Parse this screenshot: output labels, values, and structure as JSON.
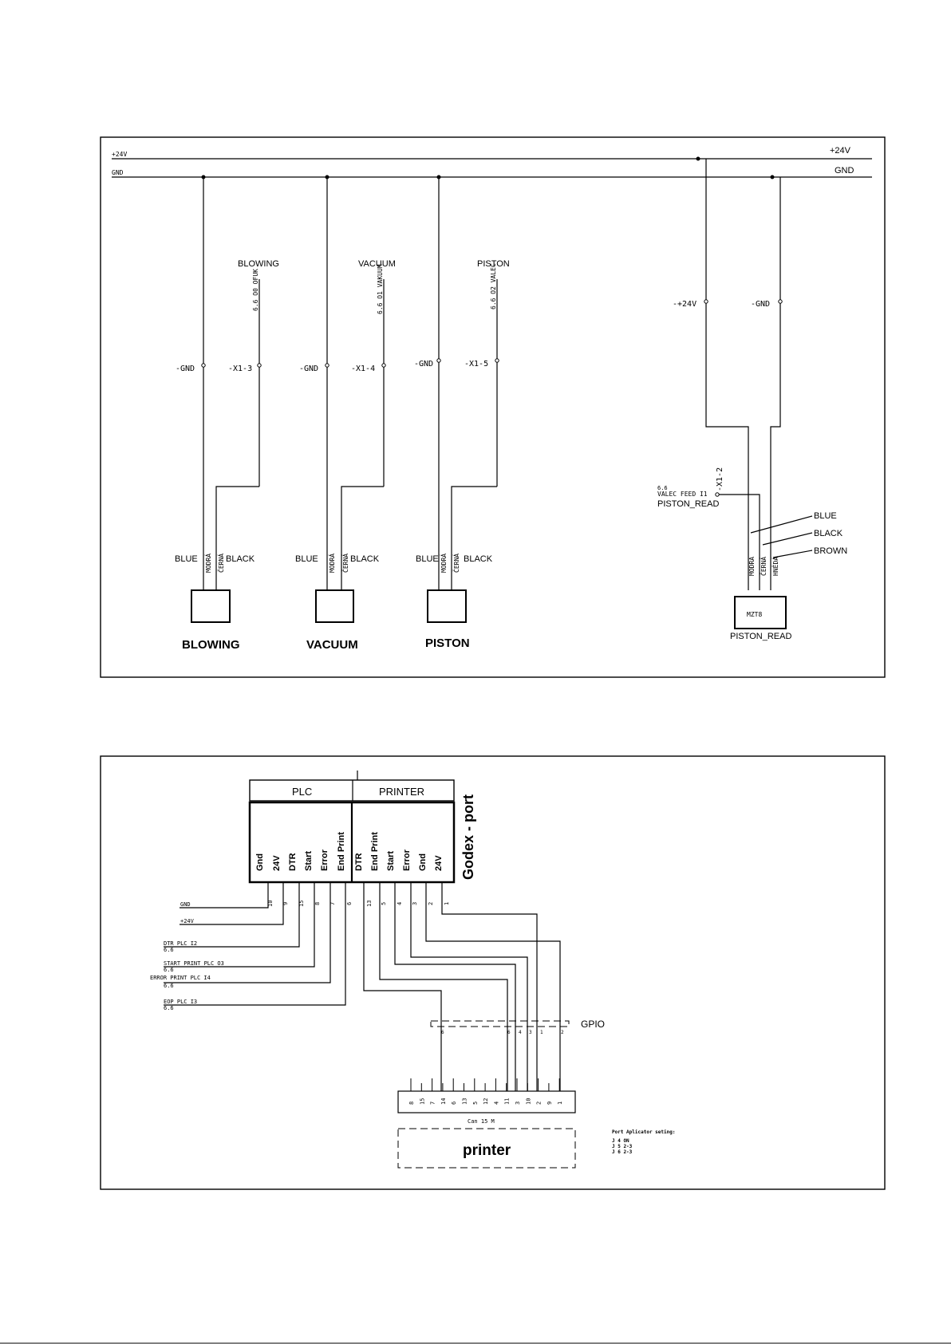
{
  "diagram1": {
    "rails": {
      "plus24_left": "+24V",
      "gnd_left": "GND",
      "plus24_right": "+24V",
      "gnd_right": "GND"
    },
    "outputs": [
      {
        "signal": "BLOWING",
        "plc_ref": "6.6 O0 OFUK",
        "gnd_term": "-GND",
        "x_term": "-X1-3",
        "wire_blue": "BLUE",
        "wire_modra": "MODRÁ",
        "wire_cerna": "ČERNÁ",
        "wire_black": "BLACK",
        "device": "BLOWING"
      },
      {
        "signal": "VACUUM",
        "plc_ref": "6.6 O1 VAKUUM",
        "gnd_term": "-GND",
        "x_term": "-X1-4",
        "wire_blue": "BLUE",
        "wire_modra": "MODRÁ",
        "wire_cerna": "ČERNÁ",
        "wire_black": "BLACK",
        "device": "VACUUM"
      },
      {
        "signal": "PISTON",
        "plc_ref": "6.6 O2 VALEC",
        "gnd_term": "-GND",
        "x_term": "-X1-5",
        "wire_blue": "BLUE",
        "wire_modra": "MODRÁ",
        "wire_cerna": "ČERNÁ",
        "wire_black": "BLACK",
        "device": "PISTON"
      }
    ],
    "sensor": {
      "plus24_term": "-+24V",
      "gnd_term": "-GND",
      "x_term": "-X1-2",
      "plc_ref_num": "6.6",
      "plc_ref": "VALEC FEED I1",
      "signal": "PISTON_READ",
      "wire_blue": "BLUE",
      "wire_black": "BLACK",
      "wire_brown": "BROWN",
      "wire_modra": "MODRÁ",
      "wire_cerna": "ČERNÁ",
      "wire_hneda": "HNĚDÁ",
      "device_label": "MZT8",
      "device_name": "PISTON_READ"
    }
  },
  "diagram2": {
    "header_plc": "PLC",
    "header_printer": "PRINTER",
    "port_title": "Godex - port",
    "plc_pins": [
      {
        "label": "Gnd",
        "num": "10"
      },
      {
        "label": "24V",
        "num": "9"
      },
      {
        "label": "DTR",
        "num": "15"
      },
      {
        "label": "Start",
        "num": "8"
      },
      {
        "label": "Error",
        "num": "7"
      },
      {
        "label": "End Print",
        "num": "6"
      }
    ],
    "printer_pins": [
      {
        "label": "DTR",
        "num": "13"
      },
      {
        "label": "End Print",
        "num": "5"
      },
      {
        "label": "Start",
        "num": "4"
      },
      {
        "label": "Error",
        "num": "3"
      },
      {
        "label": "Gnd",
        "num": "2"
      },
      {
        "label": "24V",
        "num": "1"
      }
    ],
    "left_labels": [
      {
        "text": "GND",
        "sub": ""
      },
      {
        "text": "+24V",
        "sub": ""
      },
      {
        "text": "DTR PLC I2",
        "sub": "6.6"
      },
      {
        "text": "START PRINT PLC O3",
        "sub": "6.6"
      },
      {
        "text": "ERROR PRINT PLC I4",
        "sub": "6.6"
      },
      {
        "text": "EOP PLC I3",
        "sub": "6.6"
      }
    ],
    "gpio_label": "GPIO",
    "gpio_pins": [
      "6",
      "6",
      "4",
      "3",
      "1",
      "2"
    ],
    "connector_pins": [
      "8",
      "15",
      "7",
      "14",
      "6",
      "13",
      "5",
      "12",
      "4",
      "11",
      "3",
      "10",
      "2",
      "9",
      "1"
    ],
    "connector_label": "Can 15 M",
    "printer_label": "printer",
    "settings": {
      "title": "Port Aplicator seting:",
      "lines": [
        "J 4  ON",
        "J 5  2-3",
        "J 6  2-3"
      ]
    }
  }
}
